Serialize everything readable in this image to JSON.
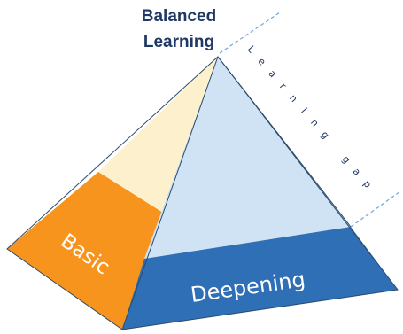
{
  "title": {
    "line1": "Balanced",
    "line2": "Learning"
  },
  "segments": {
    "basic": "Basic",
    "deepening": "Deepening"
  },
  "gap_label": "Learning gap",
  "colors": {
    "title_text": "#1f3864",
    "basic_fill": "#f7941d",
    "basic_text": "#ffffff",
    "cream_fill": "#fdf1cd",
    "light_blue_fill": "#cfe3f4",
    "deepening_fill": "#2e6fb5",
    "deepening_text": "#ffffff",
    "edge_stroke": "#2c4a6b",
    "dashed_line": "#6fa6dc",
    "gap_text": "#1f3864"
  }
}
